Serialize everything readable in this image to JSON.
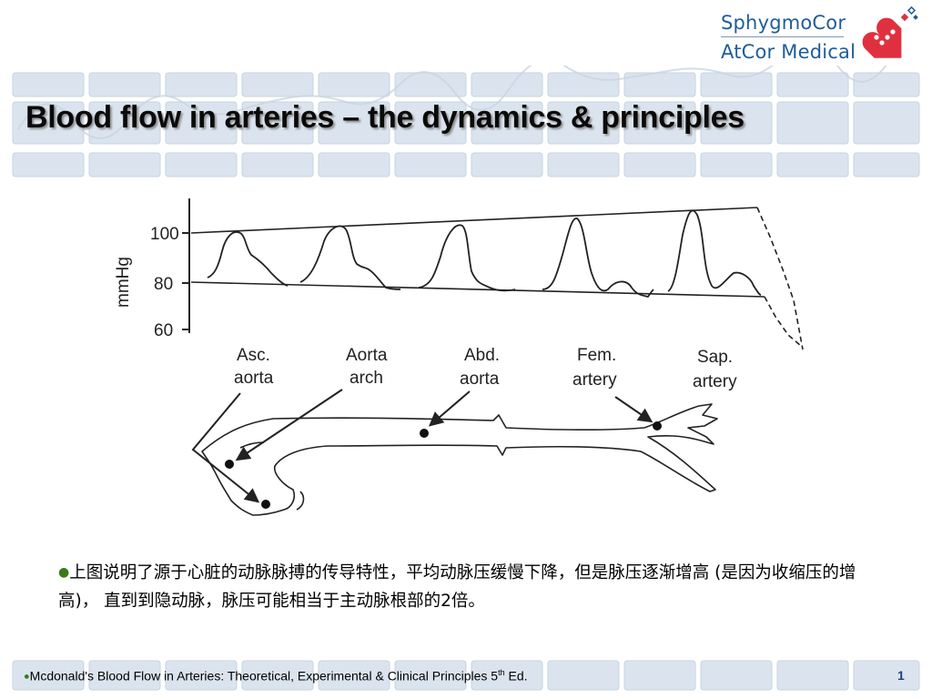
{
  "logo": {
    "line1": "SphygmoCor",
    "line2": "AtCor Medical",
    "brand_color": "#1f5d99",
    "heart_color": "#e03040"
  },
  "slide": {
    "title": "Blood flow in arteries – the dynamics & principles"
  },
  "diagram": {
    "y_axis_label": "mmHg",
    "y_ticks": [
      "100",
      "80",
      "60"
    ],
    "sites": [
      {
        "line1": "Asc.",
        "line2": "aorta"
      },
      {
        "line1": "Aorta",
        "line2": "arch"
      },
      {
        "line1": "Abd.",
        "line2": "aorta"
      },
      {
        "line1": "Fem.",
        "line2": "artery"
      },
      {
        "line1": "Sap.",
        "line2": "artery"
      }
    ]
  },
  "body": {
    "bullet": "●",
    "text": "上图说明了源于心脏的动脉脉搏的传导特性，平均动脉压缓慢下降，但是脉压逐渐增高 (是因为收缩压的增高)， 直到到隐动脉，脉压可能相当于主动脉根部的2倍。"
  },
  "footer": {
    "bullet": "●",
    "text": "Mcdonald's Blood Flow in Arteries: Theoretical, Experimental & Clinical Principles 5",
    "sup": "th",
    "tail": " Ed.",
    "page": "1"
  },
  "colors": {
    "tile": "#dbe4ee",
    "tile_edge": "#c6d3e1",
    "accent_green": "#3a7a1a"
  }
}
